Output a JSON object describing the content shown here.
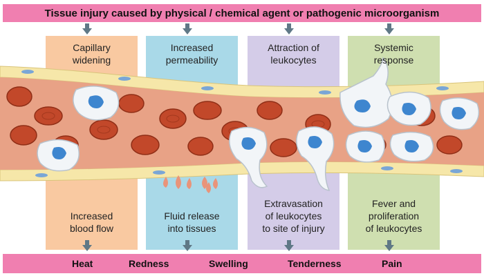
{
  "title": "Tissue injury caused by physical / chemical agent or pathogenic microorganism",
  "columns": [
    {
      "top": "Capillary\nwidening",
      "bottom": "Increased\nblood flow",
      "color": "#f9c9a1"
    },
    {
      "top": "Increased\npermeability",
      "bottom": "Fluid release\ninto tissues",
      "color": "#a9d9e8"
    },
    {
      "top": "Attraction of\nleukocytes",
      "bottom": "Extravasation\nof leukocytes\nto site of injury",
      "color": "#d4cce8"
    },
    {
      "top": "Systemic\nresponse",
      "bottom": "Fever and\nproliferation\nof leukocytes",
      "color": "#cfdfb0"
    }
  ],
  "signs": [
    "Heat",
    "Redness",
    "Swelling",
    "Tenderness",
    "Pain"
  ],
  "colors": {
    "banner": "#f07fb0",
    "arrow": "#5f7886",
    "vessel_wall": "#f6e7a9",
    "blood": "#e8a286",
    "rbc": "#c2482a",
    "leukocyte": "#f2f5f8",
    "nucleus": "#3e86cf"
  }
}
